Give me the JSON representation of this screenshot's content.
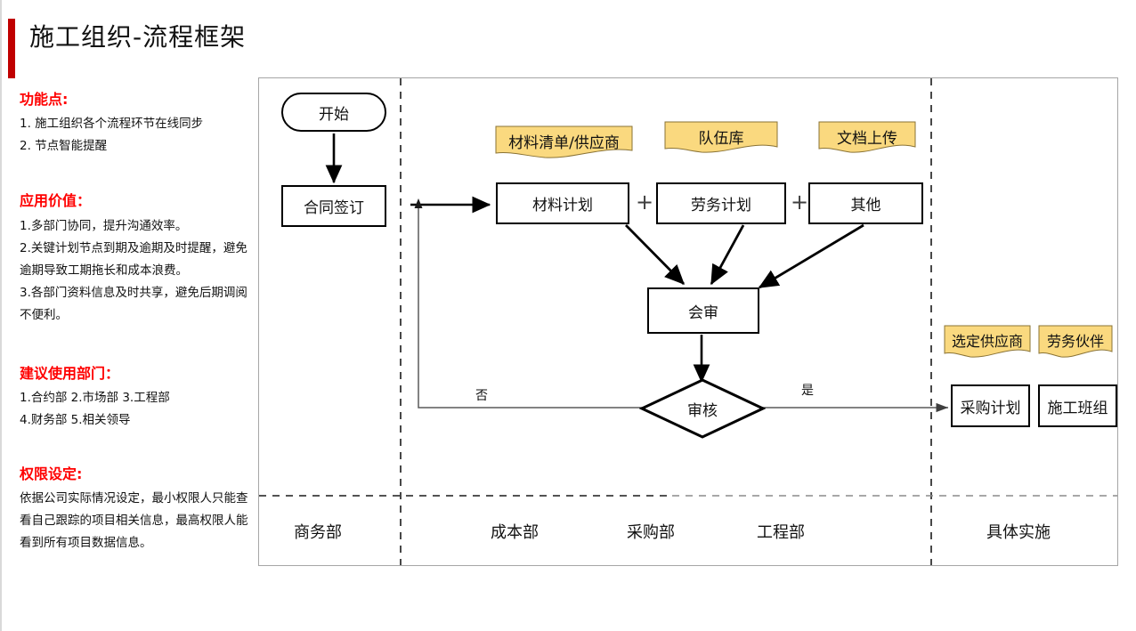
{
  "header": {
    "title": "施工组织-流程框架",
    "accent_color": "#c00000"
  },
  "sidebar": {
    "sections": [
      {
        "heading": "功能点:",
        "lines": [
          "1. 施工组织各个流程环节在线同步",
          "2. 节点智能提醒"
        ]
      },
      {
        "heading": "应用价值：",
        "lines": [
          "1.多部门协同，提升沟通效率。",
          "2.关键计划节点到期及逾期及时提醒，避免逾期导致工期拖长和成本浪费。",
          "3.各部门资料信息及时共享，避免后期调阅不便利。"
        ]
      },
      {
        "heading": "建议使用部门：",
        "lines": [
          "1.合约部 2.市场部 3.工程部",
          "4.财务部 5.相关领导"
        ]
      },
      {
        "heading": "权限设定:",
        "lines": [
          "依据公司实际情况设定，最小权限人只能查看自己跟踪的项目相关信息，最高权限人能看到所有项目数据信息。"
        ]
      }
    ],
    "heading_color": "#ff0000"
  },
  "chart_data": {
    "type": "diagram",
    "title": "施工组织-流程框架",
    "sticky_color": "#fad97f",
    "nodes": [
      {
        "id": "start",
        "label": "开始",
        "shape": "stadium",
        "lane": "商务部"
      },
      {
        "id": "contract",
        "label": "合同签订",
        "shape": "rect",
        "lane": "商务部"
      },
      {
        "id": "material",
        "label": "材料计划",
        "shape": "rect",
        "lane": "成本部"
      },
      {
        "id": "labor",
        "label": "劳务计划",
        "shape": "rect",
        "lane": "采购部"
      },
      {
        "id": "other",
        "label": "其他",
        "shape": "rect",
        "lane": "工程部"
      },
      {
        "id": "review",
        "label": "会审",
        "shape": "rect",
        "lane": "采购部"
      },
      {
        "id": "approve",
        "label": "审核",
        "shape": "diamond",
        "lane": "采购部"
      },
      {
        "id": "purchase",
        "label": "采购计划",
        "shape": "rect",
        "lane": "具体实施"
      },
      {
        "id": "crew",
        "label": "施工班组",
        "shape": "rect",
        "lane": "具体实施"
      }
    ],
    "sticky_notes": [
      {
        "id": "note-material",
        "label": "材料清单/供应商",
        "attached_to": "material"
      },
      {
        "id": "note-team",
        "label": "队伍库",
        "attached_to": "labor"
      },
      {
        "id": "note-doc",
        "label": "文档上传",
        "attached_to": "other"
      },
      {
        "id": "note-supplier",
        "label": "选定供应商",
        "attached_to": "purchase"
      },
      {
        "id": "note-partner",
        "label": "劳务伙伴",
        "attached_to": "crew"
      }
    ],
    "operators": [
      "+",
      "+"
    ],
    "edges": [
      {
        "from": "start",
        "to": "contract",
        "label": ""
      },
      {
        "from": "contract",
        "to": "material",
        "label": ""
      },
      {
        "from": "material",
        "to": "review",
        "label": ""
      },
      {
        "from": "labor",
        "to": "review",
        "label": ""
      },
      {
        "from": "other",
        "to": "review",
        "label": ""
      },
      {
        "from": "review",
        "to": "approve",
        "label": ""
      },
      {
        "from": "approve",
        "to": "material",
        "label": "否"
      },
      {
        "from": "approve",
        "to": "purchase",
        "label": "是"
      }
    ],
    "branch_labels": {
      "no": "否",
      "yes": "是"
    },
    "lanes": [
      "商务部",
      "成本部",
      "采购部",
      "工程部",
      "具体实施"
    ]
  }
}
